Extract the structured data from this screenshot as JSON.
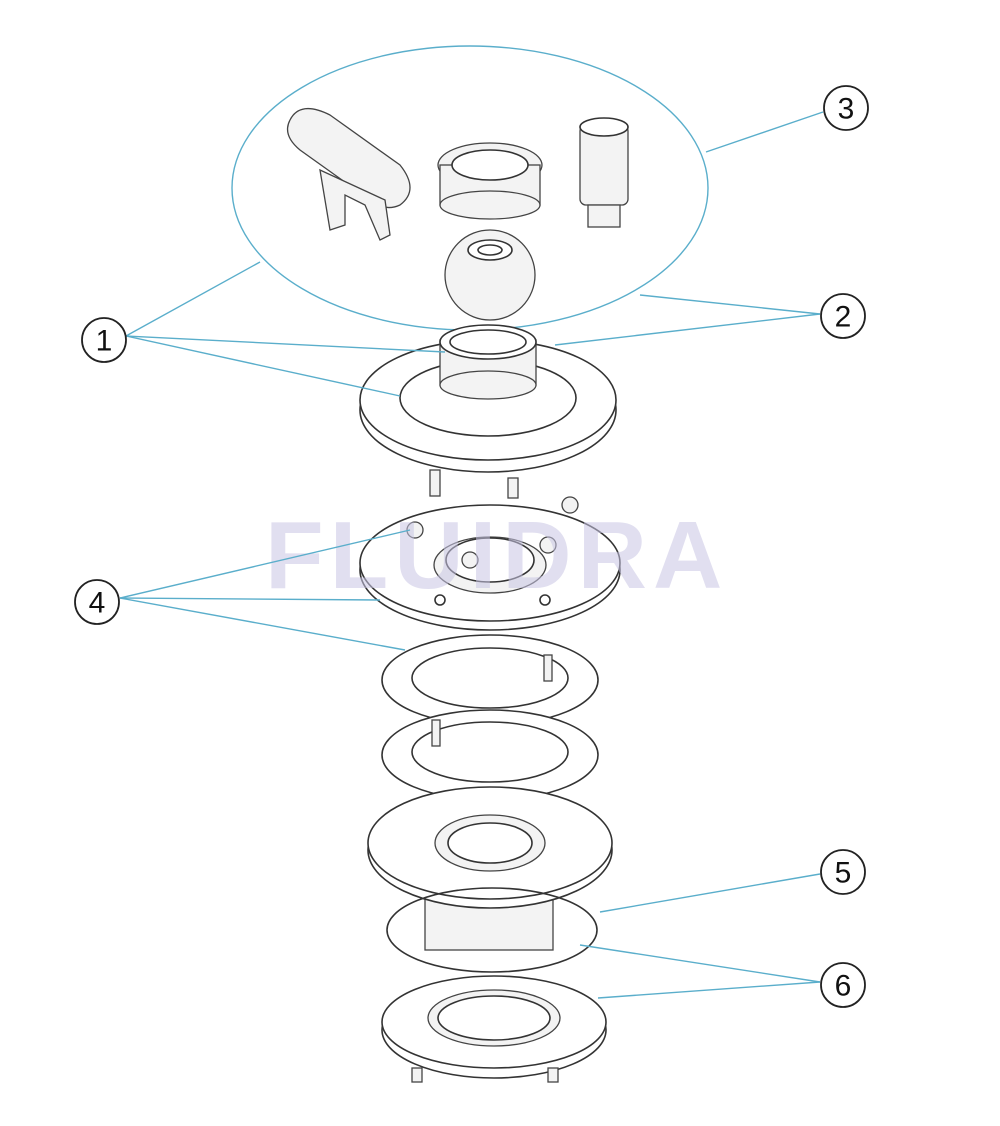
{
  "diagram": {
    "watermark": "FLUIDRA",
    "callouts": [
      {
        "id": "1",
        "label": "1"
      },
      {
        "id": "2",
        "label": "2"
      },
      {
        "id": "3",
        "label": "3"
      },
      {
        "id": "4",
        "label": "4"
      },
      {
        "id": "5",
        "label": "5"
      },
      {
        "id": "6",
        "label": "6"
      }
    ],
    "colors": {
      "leader": "#5aaecb",
      "outline": "#333333",
      "watermark": "#c9c6e4"
    }
  }
}
